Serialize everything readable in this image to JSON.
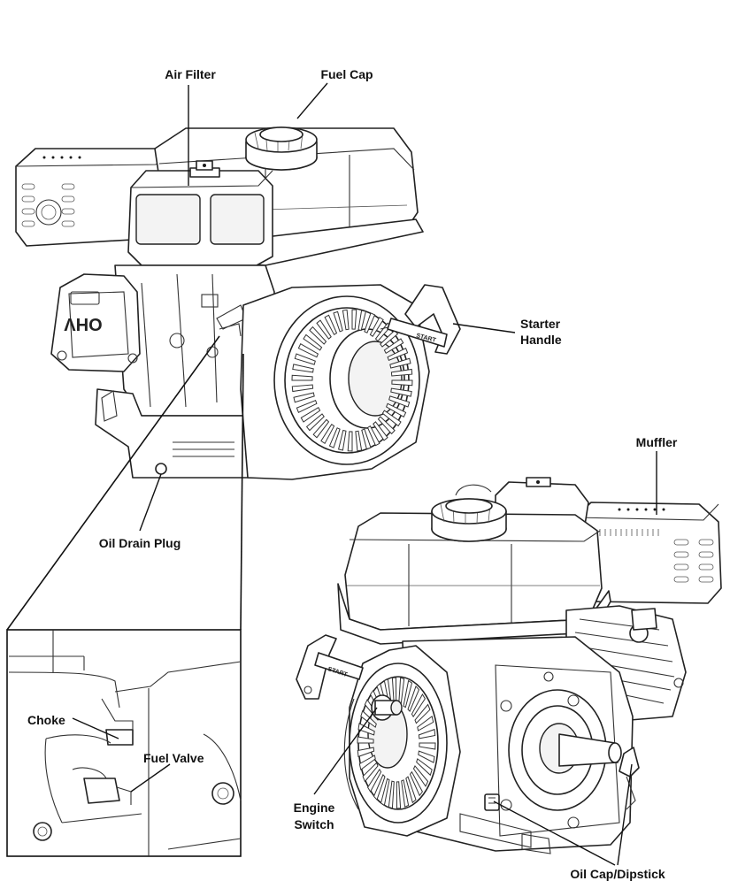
{
  "labels": {
    "air_filter": "Air Filter",
    "fuel_cap": "Fuel Cap",
    "starter_handle_line1": "Starter",
    "starter_handle_line2": "Handle",
    "muffler": "Muffler",
    "oil_drain_plug": "Oil Drain Plug",
    "choke": "Choke",
    "fuel_valve": "Fuel Valve",
    "engine_switch_line1": "Engine",
    "engine_switch_line2": "Switch",
    "oil_cap_dipstick": "Oil Cap/Dipstick"
  },
  "markings": {
    "ohv": "OHV",
    "start": "START"
  }
}
